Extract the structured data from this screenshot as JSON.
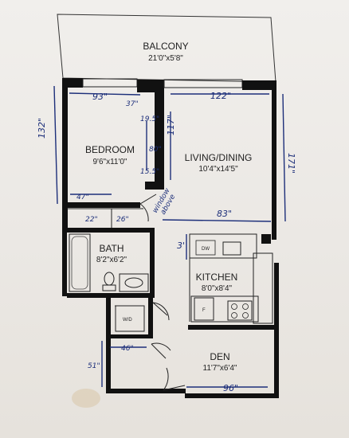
{
  "rooms": {
    "balcony": {
      "name": "BALCONY",
      "dims": "21'0\"x5'8\""
    },
    "bedroom": {
      "name": "BEDROOM",
      "dims": "9'6\"x11'0\""
    },
    "living": {
      "name": "LIVING/DINING",
      "dims": "10'4\"x14'5\""
    },
    "bath": {
      "name": "BATH",
      "dims": "8'2\"x6'2\""
    },
    "kitchen": {
      "name": "KITCHEN",
      "dims": "8'0\"x8'4\""
    },
    "den": {
      "name": "DEN",
      "dims": "11'7\"x6'4\""
    }
  },
  "fixtures": {
    "dw": "DW",
    "wd": "W/D",
    "fridge": "F"
  },
  "annotations": {
    "a93": "93\"",
    "a37": "37\"",
    "a122": "122\"",
    "a132": "132\"",
    "a195": "19.5\"",
    "a80": "80\"",
    "a155": "15.5\"",
    "a117": "117\"",
    "a171": "171\"",
    "a47": "47\"",
    "a22": "22\"",
    "a26": "26\"",
    "window": "window",
    "above": "above",
    "a83": "83\"",
    "a3": "3'",
    "a46": "46\"",
    "a51": "51\"",
    "a96": "96\""
  }
}
